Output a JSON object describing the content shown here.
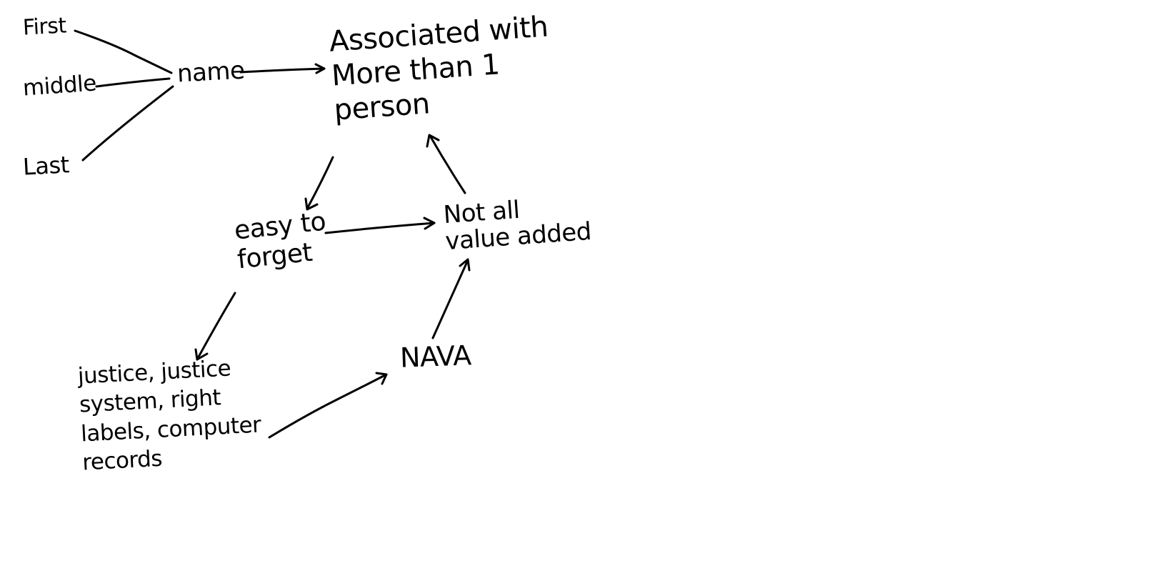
{
  "diagram": {
    "type": "hand-drawn concept map",
    "ink_color": "#000000",
    "background_color": "#ffffff",
    "nodes": [
      {
        "id": "first",
        "label": "First"
      },
      {
        "id": "middle",
        "label": "middle"
      },
      {
        "id": "last",
        "label": "Last"
      },
      {
        "id": "name",
        "label": "name"
      },
      {
        "id": "associated",
        "label": "Associated with\nMore than 1\nperson"
      },
      {
        "id": "easy_to_forget",
        "label": "easy to\nforget"
      },
      {
        "id": "not_all_value_added",
        "label": "Not all\nvalue added"
      },
      {
        "id": "nava",
        "label": "NAVA"
      },
      {
        "id": "justice",
        "label": "justice, justice\nsystem, right\nlabels, computer\nrecords"
      }
    ],
    "edges": [
      {
        "from": "first",
        "to": "name",
        "arrow": false
      },
      {
        "from": "middle",
        "to": "name",
        "arrow": false
      },
      {
        "from": "last",
        "to": "name",
        "arrow": false
      },
      {
        "from": "name",
        "to": "associated",
        "arrow": true
      },
      {
        "from": "associated",
        "to": "easy_to_forget",
        "arrow": true
      },
      {
        "from": "easy_to_forget",
        "to": "not_all_value_added",
        "arrow": true
      },
      {
        "from": "not_all_value_added",
        "to": "associated",
        "arrow": true
      },
      {
        "from": "easy_to_forget",
        "to": "justice",
        "arrow": true
      },
      {
        "from": "justice",
        "to": "nava",
        "arrow": true
      },
      {
        "from": "nava",
        "to": "not_all_value_added",
        "arrow": true
      }
    ]
  }
}
